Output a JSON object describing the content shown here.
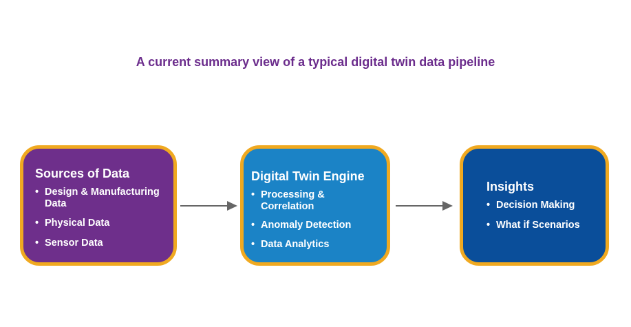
{
  "title": "A current summary view of a typical digital twin data pipeline",
  "colors": {
    "title": "#6b2c8c",
    "border": "#f0a920",
    "sources_fill": "#6e2f8b",
    "engine_fill": "#1b83c6",
    "insights_fill": "#0a4e9a",
    "arrow": "#666666"
  },
  "boxes": [
    {
      "heading": "Sources of Data",
      "items": [
        "Design & Manufacturing Data",
        "Physical Data",
        "Sensor Data"
      ]
    },
    {
      "heading": "Digital Twin Engine",
      "items": [
        "Processing & Correlation",
        "Anomaly Detection",
        "Data Analytics"
      ]
    },
    {
      "heading": "Insights",
      "items": [
        "Decision Making",
        "What if Scenarios"
      ]
    }
  ]
}
